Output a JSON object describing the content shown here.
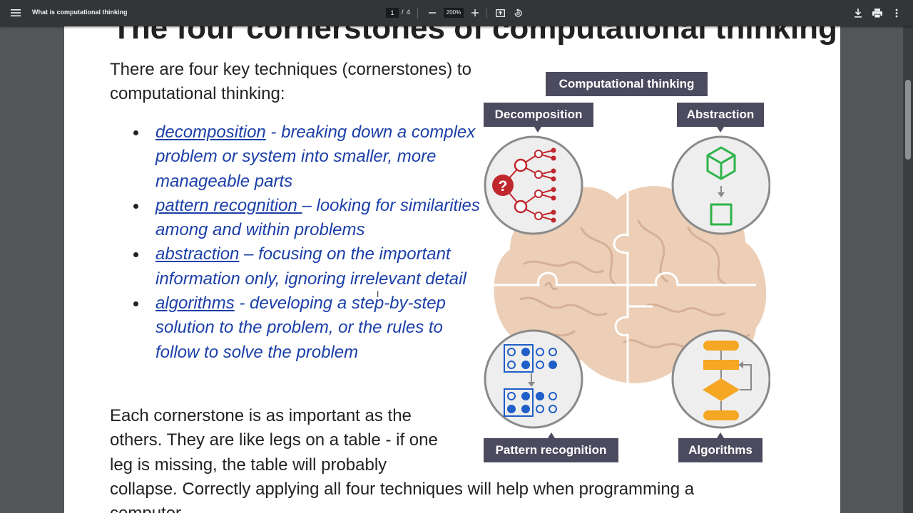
{
  "toolbar": {
    "title": "What is computational thinking",
    "current_page": "1",
    "page_separator": "/",
    "total_pages": "4",
    "zoom": "200%",
    "icons": [
      "menu-icon",
      "zoom-out-icon",
      "zoom-in-icon",
      "fit-to-page-icon",
      "rotate-icon",
      "download-icon",
      "print-icon",
      "more-options-icon"
    ]
  },
  "document": {
    "heading": "The four cornerstones of computational thinking",
    "intro": "There are four key techniques (cornerstones) to computational thinking:",
    "bullets": [
      {
        "term": "decomposition",
        "text": " - breaking down a complex problem or system into smaller, more manageable parts"
      },
      {
        "term": "pattern recognition ",
        "text": "– looking for similarities among and within problems"
      },
      {
        "term": "abstraction",
        "text": " – focusing on the important information only, ignoring irrelevant detail"
      },
      {
        "term": "algorithms",
        "text": " - developing a step-by-step solution to the problem, or the rules to follow to solve the problem"
      }
    ],
    "paragraph": "Each cornerstone is as important as the others. They are like legs on a table - if one leg is missing, the table will probably",
    "paragraph_cont": "collapse. Correctly applying all four techniques will help when programming a",
    "paragraph_cont2": "computer."
  },
  "diagram": {
    "title": "Computational thinking",
    "decomposition": "Decomposition",
    "abstraction": "Abstraction",
    "pattern_recognition": "Pattern recognition",
    "algorithms": "Algorithms",
    "question_mark": "?",
    "colors": {
      "label_bg": "#4b4a5e",
      "brain": "#eccfb6",
      "decomp_red": "#c0272d",
      "abstraction_green": "#2db34a",
      "pattern_blue": "#1f5fc7",
      "algorithm_orange": "#f5a623",
      "circle_bg": "#eeeeee"
    }
  }
}
